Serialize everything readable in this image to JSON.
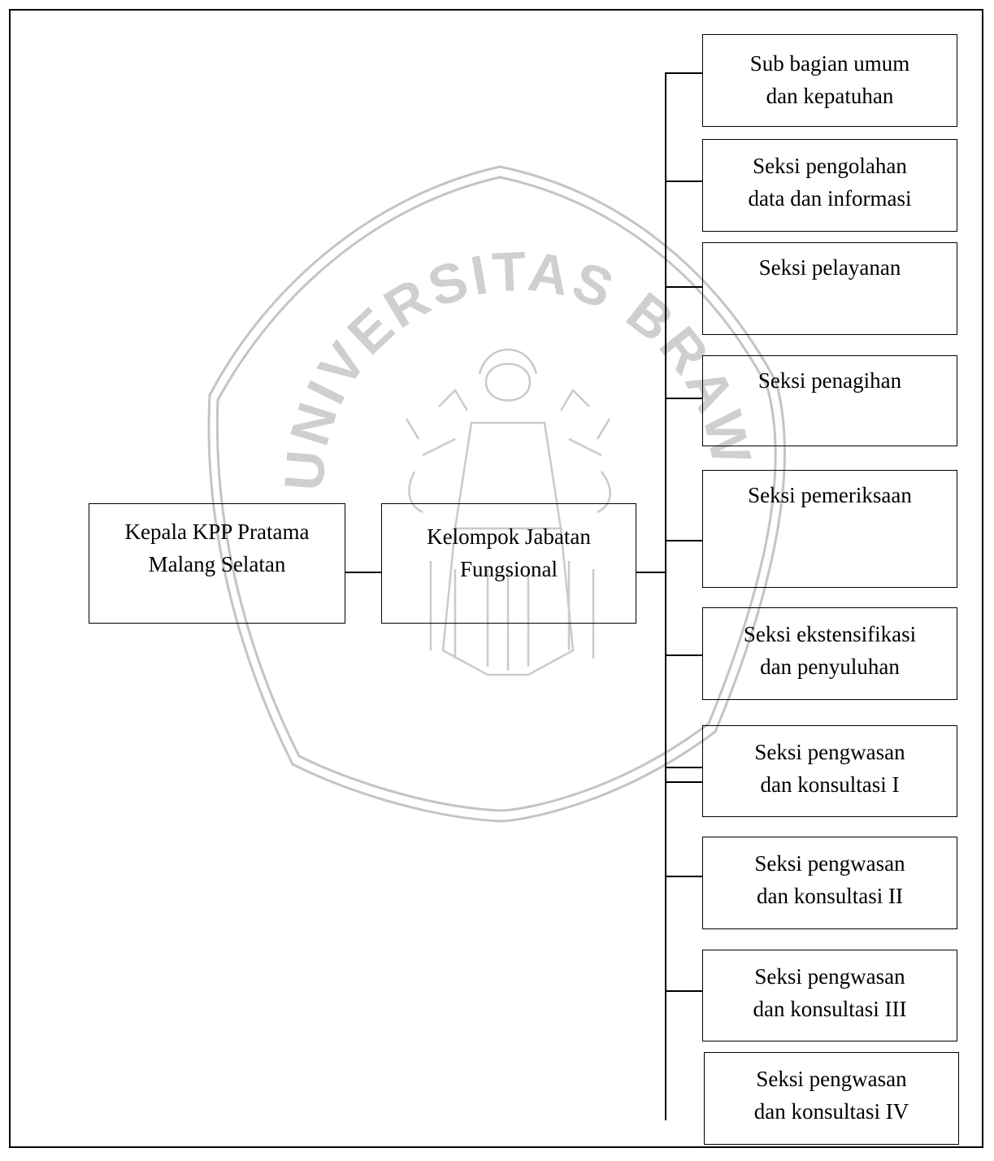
{
  "watermark": {
    "text": "UNIVERSITAS BRAWIJAYA",
    "color": "#bdbdbd"
  },
  "root": {
    "label_lines": [
      "Kepala KPP Pratama",
      "Malang Selatan"
    ]
  },
  "group": {
    "label_lines": [
      "Kelompok Jabatan",
      "Fungsional"
    ]
  },
  "units": [
    {
      "label_lines": [
        "Sub bagian umum",
        "dan kepatuhan"
      ]
    },
    {
      "label_lines": [
        "Seksi pengolahan",
        "data dan informasi"
      ]
    },
    {
      "label_lines": [
        "Seksi pelayanan"
      ]
    },
    {
      "label_lines": [
        "Seksi penagihan"
      ]
    },
    {
      "label_lines": [
        "Seksi pemeriksaan"
      ]
    },
    {
      "label_lines": [
        "Seksi ekstensifikasi",
        "dan penyuluhan"
      ]
    },
    {
      "label_lines": [
        "Seksi pengwasan",
        "dan konsultasi I"
      ]
    },
    {
      "label_lines": [
        "Seksi pengwasan",
        "dan konsultasi II"
      ]
    },
    {
      "label_lines": [
        "Seksi pengwasan",
        "dan konsultasi III"
      ]
    },
    {
      "label_lines": [
        "Seksi pengwasan",
        "dan konsultasi IV"
      ]
    }
  ]
}
